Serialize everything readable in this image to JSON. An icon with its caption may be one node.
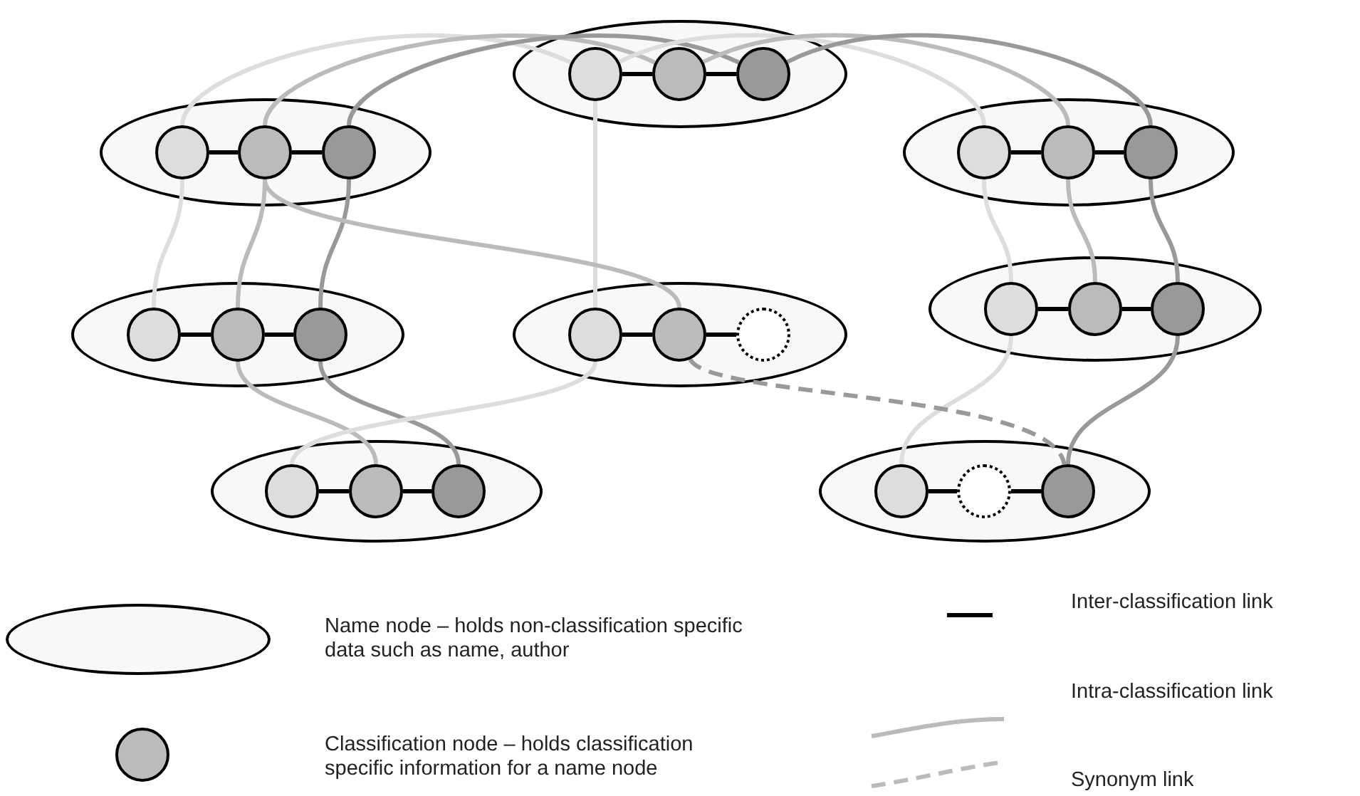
{
  "diagram": {
    "nodes": [
      {
        "text": [],
        "shape": "ellipse"
      },
      {
        "text": [],
        "shape": "circle",
        "in": 0
      },
      {
        "text": [],
        "shape": "circle",
        "in": 0
      },
      {
        "text": [],
        "shape": "circle",
        "in": 0
      },
      {
        "text": [],
        "shape": "ellipse"
      },
      {
        "text": [],
        "shape": "circle",
        "in": 4
      },
      {
        "text": [],
        "shape": "circle",
        "in": 4
      },
      {
        "text": [],
        "shape": "circle",
        "in": 4
      },
      {
        "text": [],
        "shape": "ellipse"
      },
      {
        "text": [],
        "shape": "circle",
        "in": 8
      },
      {
        "text": [],
        "shape": "circle",
        "in": 8
      },
      {
        "text": [],
        "shape": "circle",
        "in": 8
      },
      {
        "text": [],
        "shape": "ellipse"
      },
      {
        "text": [],
        "shape": "circle",
        "in": 12
      },
      {
        "text": [],
        "shape": "circle",
        "in": 12
      },
      {
        "text": [],
        "shape": "circle",
        "in": 12
      },
      {
        "text": [],
        "shape": "ellipse"
      },
      {
        "text": [],
        "shape": "circle",
        "in": 16
      },
      {
        "text": [],
        "shape": "circle",
        "in": 16
      },
      {
        "text": [],
        "shape": "circle",
        "in": 16
      },
      {
        "text": [],
        "shape": "ellipse"
      },
      {
        "text": [],
        "shape": "circle",
        "in": 20
      },
      {
        "text": [],
        "shape": "circle",
        "in": 20
      },
      {
        "text": [],
        "shape": "circle",
        "in": 20
      },
      {
        "text": [],
        "shape": "ellipse"
      },
      {
        "text": [],
        "shape": "circle",
        "in": 24
      },
      {
        "text": [],
        "shape": "circle",
        "in": 24
      },
      {
        "text": [],
        "shape": "circle",
        "in": 24
      },
      {
        "text": [],
        "shape": "ellipse"
      },
      {
        "text": [],
        "shape": "circle",
        "in": 28
      },
      {
        "text": [],
        "shape": "circle",
        "in": 28
      },
      {
        "text": [],
        "shape": "circle",
        "in": 28
      },
      {
        "text": [],
        "shape": "ellipse"
      },
      {
        "text": [],
        "shape": "circle"
      }
    ],
    "edges": [
      {
        "from": 1,
        "to": 2,
        "arrow": "none"
      },
      {
        "from": 2,
        "to": 3,
        "arrow": "none"
      },
      {
        "from": 5,
        "to": 6,
        "arrow": "none"
      },
      {
        "from": 6,
        "to": 7,
        "arrow": "none"
      },
      {
        "from": 9,
        "to": 10,
        "arrow": "none"
      },
      {
        "from": 10,
        "to": 11,
        "arrow": "none"
      },
      {
        "from": 13,
        "to": 14,
        "arrow": "none"
      },
      {
        "from": 14,
        "to": 15,
        "arrow": "none"
      },
      {
        "from": 17,
        "to": 18,
        "arrow": "none"
      },
      {
        "from": 18,
        "to": 19,
        "arrow": "none"
      },
      {
        "from": 21,
        "to": 22,
        "arrow": "none"
      },
      {
        "from": 22,
        "to": 23,
        "arrow": "none"
      },
      {
        "from": 25,
        "to": 26,
        "arrow": "none"
      },
      {
        "from": 26,
        "to": 27,
        "arrow": "none"
      },
      {
        "from": 29,
        "to": 30,
        "arrow": "none"
      },
      {
        "from": 30,
        "to": 31,
        "arrow": "none"
      },
      {
        "from": 1,
        "to": 5,
        "arrow": "none",
        "color": "#dddddd"
      },
      {
        "from": 2,
        "to": 6,
        "arrow": "none",
        "color": "#bbbbbb"
      },
      {
        "from": 3,
        "to": 7,
        "arrow": "none",
        "color": "#999999"
      },
      {
        "from": 1,
        "to": 9,
        "arrow": "none",
        "color": "#dddddd"
      },
      {
        "from": 2,
        "to": 10,
        "arrow": "none",
        "color": "#bbbbbb"
      },
      {
        "from": 3,
        "to": 11,
        "arrow": "none",
        "color": "#999999"
      },
      {
        "from": 5,
        "to": 13,
        "arrow": "none",
        "color": "#dddddd"
      },
      {
        "from": 6,
        "to": 14,
        "arrow": "none",
        "color": "#bbbbbb"
      },
      {
        "from": 7,
        "to": 15,
        "arrow": "none",
        "color": "#999999"
      },
      {
        "from": 1,
        "to": 17,
        "arrow": "none",
        "color": "#dddddd"
      },
      {
        "from": 6,
        "to": 18,
        "arrow": "none",
        "color": "#bbbbbb"
      },
      {
        "from": 9,
        "to": 21,
        "arrow": "none",
        "color": "#dddddd"
      },
      {
        "from": 10,
        "to": 22,
        "arrow": "none",
        "color": "#bbbbbb"
      },
      {
        "from": 11,
        "to": 23,
        "arrow": "none",
        "color": "#999999"
      },
      {
        "from": 14,
        "to": 26,
        "arrow": "none",
        "color": "#bbbbbb"
      },
      {
        "from": 15,
        "to": 27,
        "arrow": "none",
        "color": "#999999"
      },
      {
        "from": 17,
        "to": 25,
        "arrow": "none",
        "color": "#dddddd"
      },
      {
        "from": 21,
        "to": 29,
        "arrow": "none",
        "color": "#dddddd"
      },
      {
        "from": 23,
        "to": 31,
        "arrow": "none",
        "color": "#999999"
      },
      {
        "from": 18,
        "to": 31,
        "arrow": "none",
        "style": "dashed",
        "color": "#999999"
      }
    ],
    "legend": [
      {
        "text": "Name node – holds non-classification specific data such as name, author"
      },
      {
        "text": "Classification node – holds classification specific information for a name node"
      },
      {
        "text": "Inter-classification link"
      },
      {
        "text": "Intra-classification link"
      },
      {
        "text": "Synonym link"
      }
    ]
  }
}
